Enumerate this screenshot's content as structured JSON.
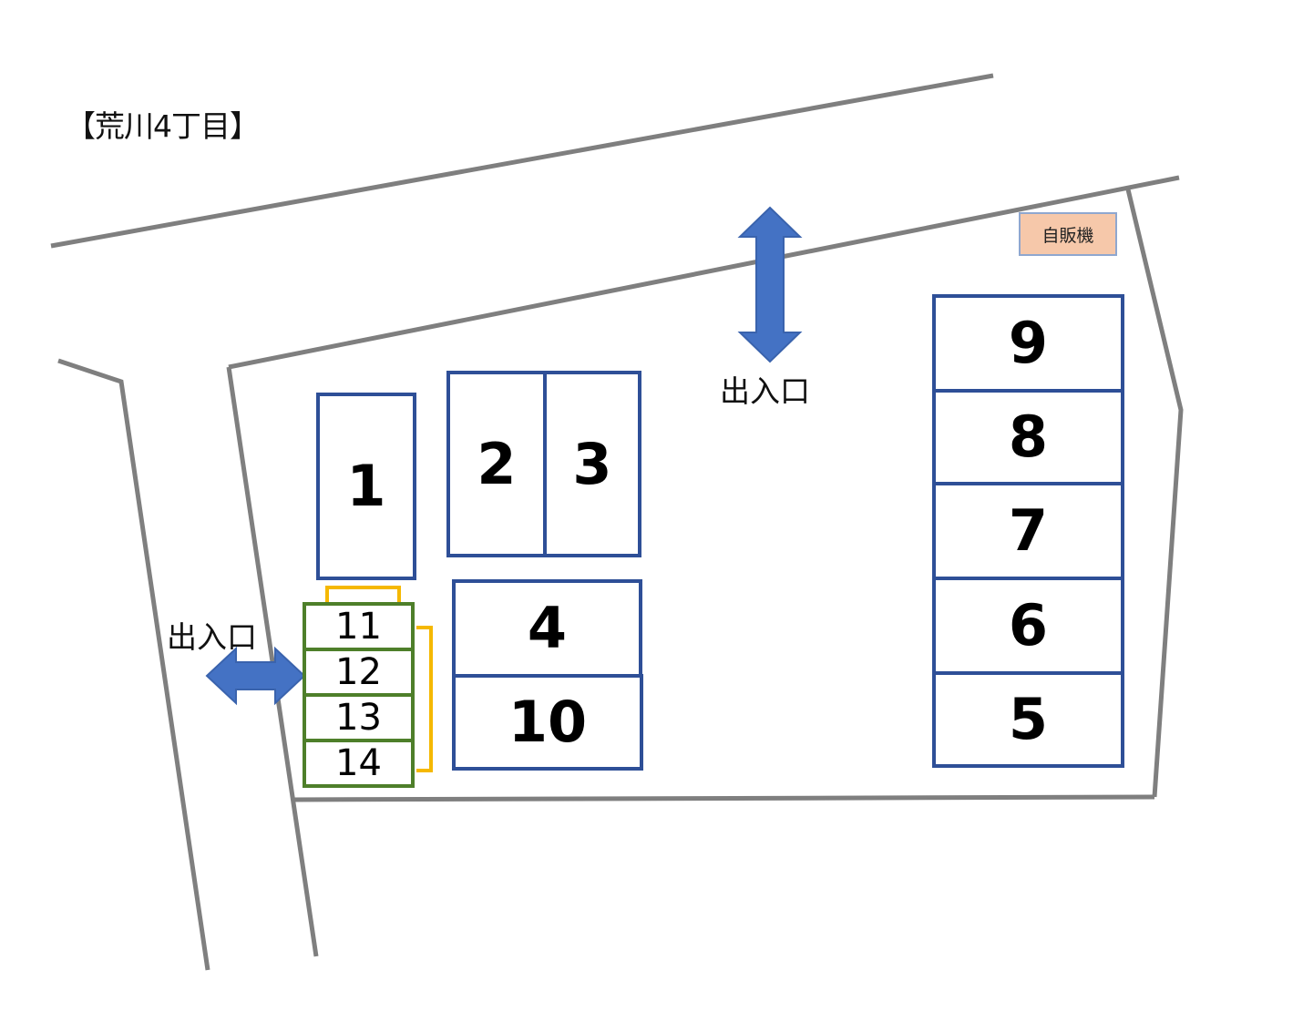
{
  "title": "【荒川4丁目】",
  "entrance_top": {
    "label": "出入口"
  },
  "entrance_left": {
    "label": "出入口"
  },
  "vending_machine": {
    "label": "自販機"
  },
  "spaces": {
    "s1": "1",
    "s2": "2",
    "s3": "3",
    "s4": "4",
    "s5": "5",
    "s6": "6",
    "s7": "7",
    "s8": "8",
    "s9": "9",
    "s10": "10",
    "s11": "11",
    "s12": "12",
    "s13": "13",
    "s14": "14"
  },
  "colors": {
    "road_line": "#7f7f7f",
    "large_space_border": "#2e4f97",
    "small_space_border": "#4e7f2a",
    "bracket": "#f5b800",
    "arrow": "#4472c4",
    "vending_fill": "#f6c8aa"
  }
}
